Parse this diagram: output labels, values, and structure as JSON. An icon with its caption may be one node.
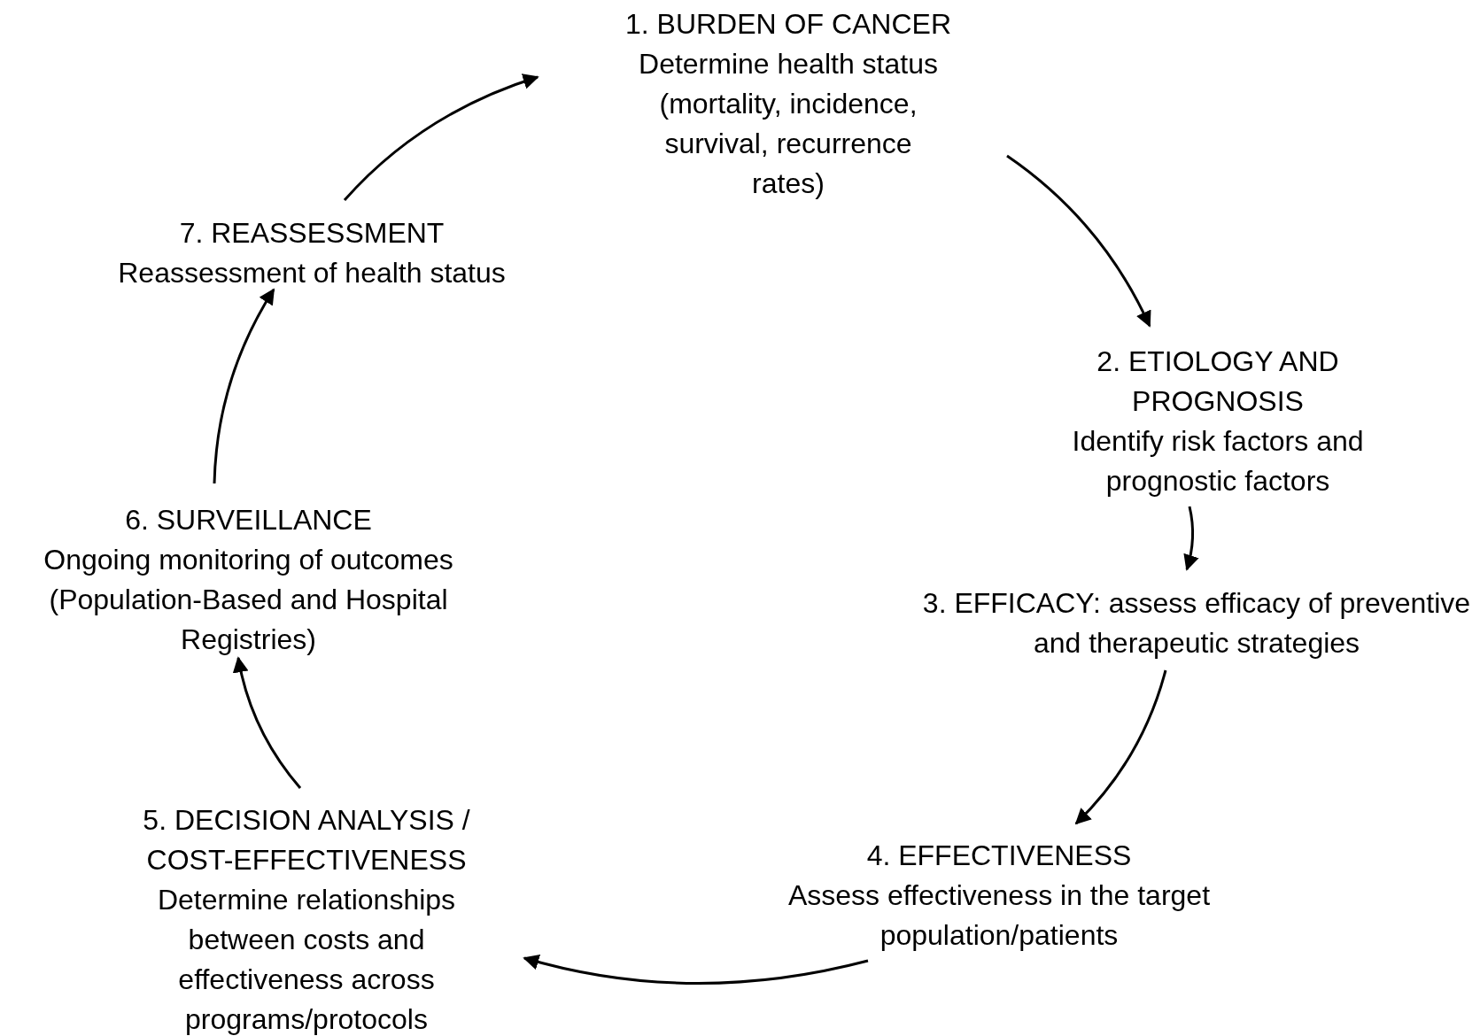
{
  "diagram": {
    "nodes": [
      {
        "text": [
          "1. BURDEN OF CANCER",
          "Determine health status (mortality, incidence, survival, recurrence rates)"
        ]
      },
      {
        "text": [
          "2. ETIOLOGY AND PROGNOSIS",
          "Identify risk factors and prognostic factors"
        ]
      },
      {
        "text": [
          "3. EFFICACY: assess efficacy of preventive and therapeutic strategies"
        ]
      },
      {
        "text": [
          "4. EFFECTIVENESS",
          "Assess effectiveness in the target population/patients"
        ]
      },
      {
        "text": [
          "5. DECISION ANALYSIS / COST-EFFECTIVENESS",
          "Determine relationships between costs and effectiveness across programs/protocols"
        ]
      },
      {
        "text": [
          "6. SURVEILLANCE",
          "Ongoing monitoring of outcomes (Population-Based and Hospital Registries)"
        ]
      },
      {
        "text": [
          "7. REASSESSMENT",
          "Reassessment of health status"
        ]
      }
    ],
    "edges": [
      {
        "from": 0,
        "to": 1,
        "arrow": "to"
      },
      {
        "from": 1,
        "to": 2,
        "arrow": "to"
      },
      {
        "from": 2,
        "to": 3,
        "arrow": "to"
      },
      {
        "from": 3,
        "to": 4,
        "arrow": "to"
      },
      {
        "from": 4,
        "to": 5,
        "arrow": "to"
      },
      {
        "from": 5,
        "to": 6,
        "arrow": "to"
      },
      {
        "from": 6,
        "to": 0,
        "arrow": "to"
      }
    ]
  }
}
